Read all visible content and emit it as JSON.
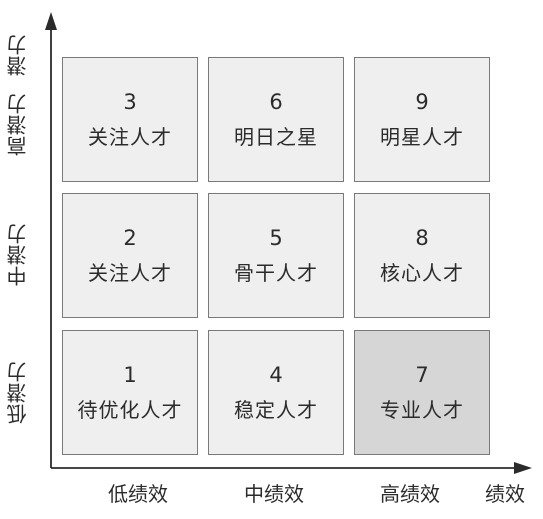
{
  "y_axis": {
    "title": "潜力",
    "levels": [
      "高潜力",
      "中潜力",
      "低潜力"
    ]
  },
  "x_axis": {
    "title": "绩效",
    "levels": [
      "低绩效",
      "中绩效",
      "高绩效"
    ]
  },
  "grid": [
    [
      {
        "number": "3",
        "label": "关注人才"
      },
      {
        "number": "6",
        "label": "明日之星"
      },
      {
        "number": "9",
        "label": "明星人才"
      }
    ],
    [
      {
        "number": "2",
        "label": "关注人才"
      },
      {
        "number": "5",
        "label": "骨干人才"
      },
      {
        "number": "8",
        "label": "核心人才"
      }
    ],
    [
      {
        "number": "1",
        "label": "待优化人才"
      },
      {
        "number": "4",
        "label": "稳定人才"
      },
      {
        "number": "7",
        "label": "专业人才"
      }
    ]
  ],
  "colors": {
    "cell_fill": "#efefef",
    "highlight_fill": "#d6d6d6",
    "border": "#7a7a7a",
    "axis": "#2b2b2b"
  }
}
